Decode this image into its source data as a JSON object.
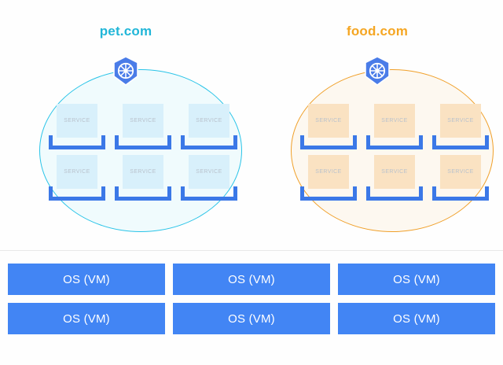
{
  "diagram": {
    "background_color": "#fefefe",
    "clusters": [
      {
        "name": "pet-cluster",
        "title": "pet.com",
        "title_color": "#21b6d8",
        "ellipse_border_color": "#2ac4e8",
        "ellipse_fill_color": "#f0fbfd",
        "platform_icon": "kubernetes-icon",
        "service_fill_color": "#d8f0fb",
        "services": [
          {
            "label": "SERVICE"
          },
          {
            "label": "SERVICE"
          },
          {
            "label": "SERVICE"
          },
          {
            "label": "SERVICE"
          },
          {
            "label": "SERVICE"
          },
          {
            "label": "SERVICE"
          }
        ]
      },
      {
        "name": "food-cluster",
        "title": "food.com",
        "title_color": "#f5a623",
        "ellipse_border_color": "#f0a02a",
        "ellipse_fill_color": "#fdf8f0",
        "platform_icon": "kubernetes-icon",
        "service_fill_color": "#fae2c2",
        "services": [
          {
            "label": "SERVICE"
          },
          {
            "label": "SERVICE"
          },
          {
            "label": "SERVICE"
          },
          {
            "label": "SERVICE"
          },
          {
            "label": "SERVICE"
          },
          {
            "label": "SERVICE"
          }
        ]
      }
    ],
    "infrastructure": {
      "box_color": "#4285f4",
      "box_text_color": "#ffffff",
      "rows": [
        [
          {
            "label": "OS (VM)"
          },
          {
            "label": "OS (VM)"
          },
          {
            "label": "OS (VM)"
          }
        ],
        [
          {
            "label": "OS (VM)"
          },
          {
            "label": "OS (VM)"
          },
          {
            "label": "OS (VM)"
          }
        ]
      ]
    }
  }
}
